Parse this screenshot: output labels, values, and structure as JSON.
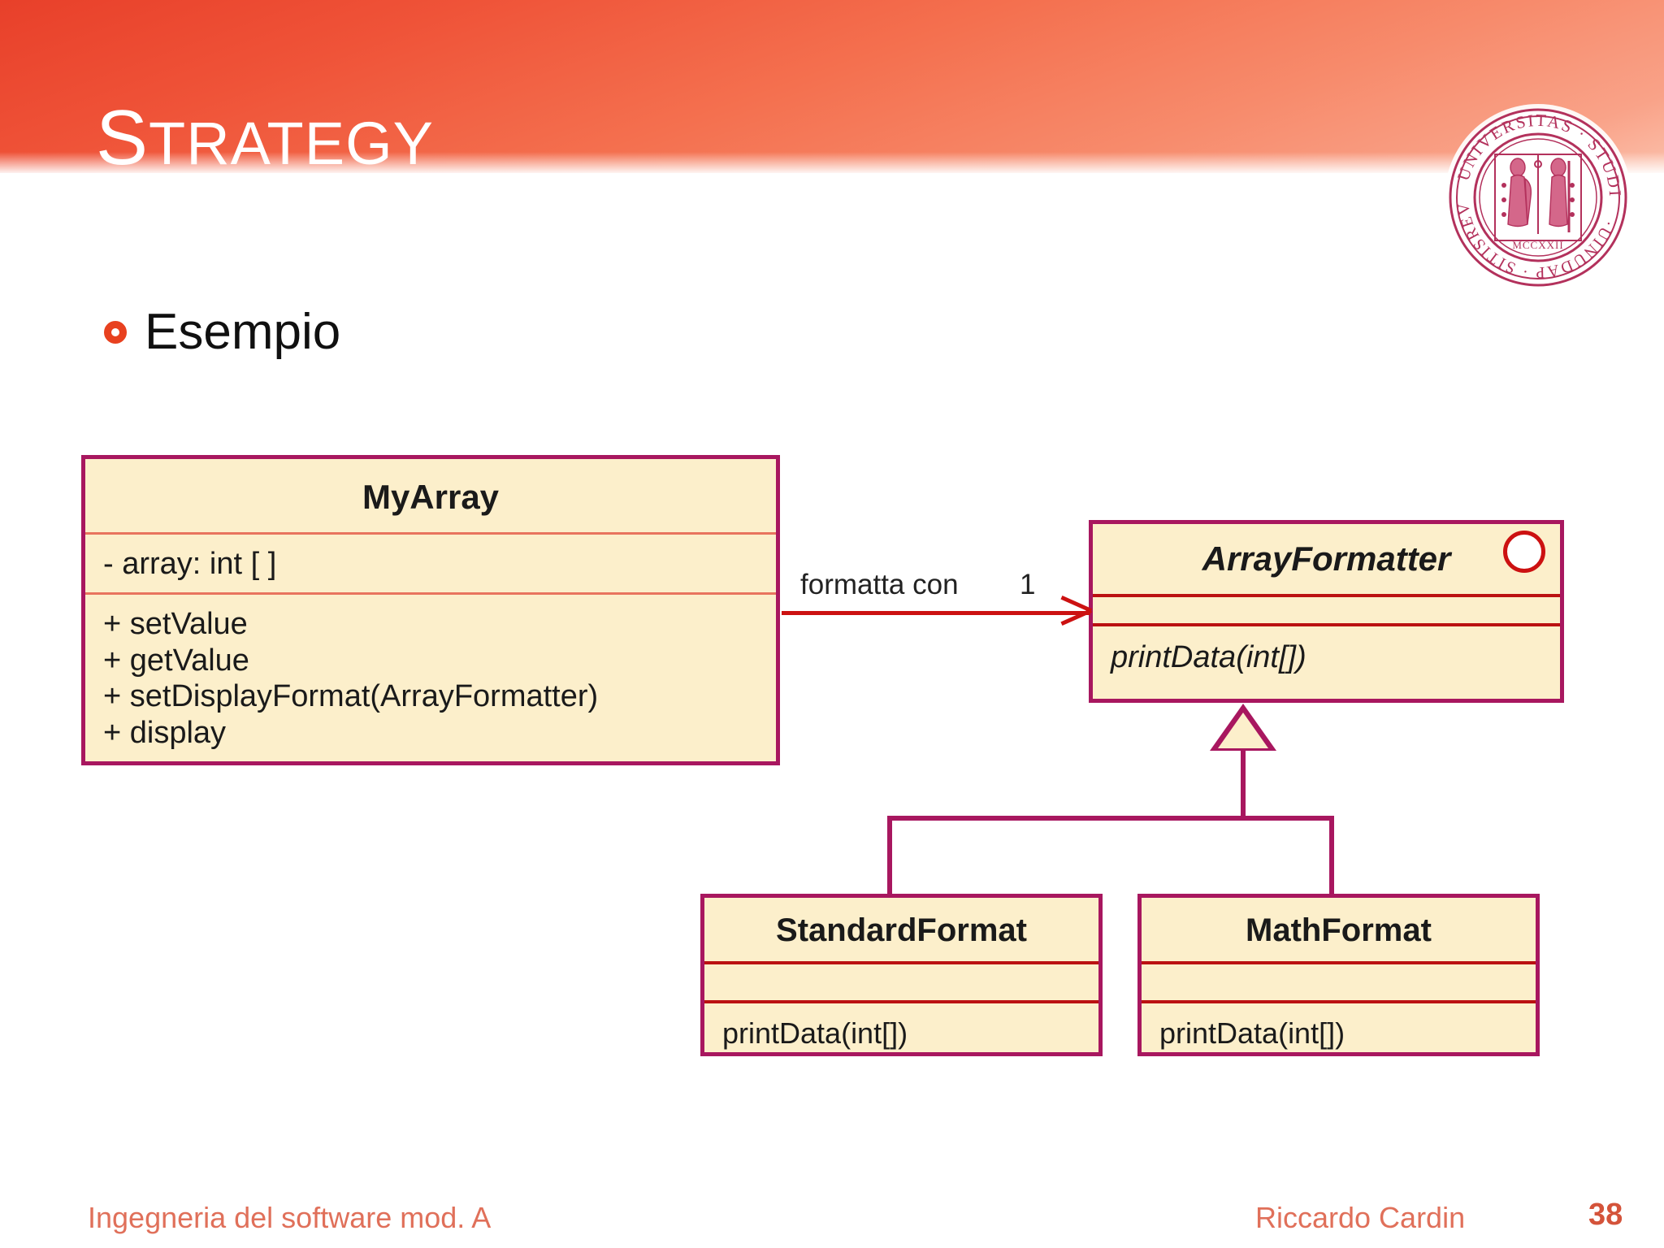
{
  "slide": {
    "title": "STRATEGY",
    "title_first_letter": "S",
    "title_rest": "TRATEGY",
    "bullet_text": "Esempio",
    "accent_header_start": "#e8402a",
    "accent_header_end": "#fbc0ab",
    "bullet_color": "#e8411f"
  },
  "logo": {
    "name": "university-of-padua-seal",
    "outer_text_left": "UNIVERSITAS",
    "outer_text_right": "STUDII PADUANI",
    "founding_year": "MCCXXII",
    "color": "#b3315c"
  },
  "diagram": {
    "type": "uml-class-diagram",
    "fill": "#fcefcb",
    "border": "#a8175f",
    "separator": "#bb1111",
    "association_color": "#cc1111",
    "classes": [
      {
        "id": "myarray",
        "name": "MyArray",
        "abstract": false,
        "attributes": [
          "- array: int [ ]"
        ],
        "operations": [
          "+ setValue",
          "+ getValue",
          "+ setDisplayFormat(ArrayFormatter)",
          "+ display"
        ]
      },
      {
        "id": "arrayformatter",
        "name": "ArrayFormatter",
        "abstract": true,
        "interface_marker": true,
        "attributes": [],
        "operations": [
          "printData(int[])"
        ]
      },
      {
        "id": "standardformat",
        "name": "StandardFormat",
        "abstract": false,
        "attributes": [],
        "operations": [
          "printData(int[])"
        ]
      },
      {
        "id": "mathformat",
        "name": "MathFormat",
        "abstract": false,
        "attributes": [],
        "operations": [
          "printData(int[])"
        ]
      }
    ],
    "relations": [
      {
        "kind": "association",
        "from": "myarray",
        "to": "arrayformatter",
        "label": "formatta con",
        "multiplicity": "1"
      },
      {
        "kind": "generalization",
        "from": "standardformat",
        "to": "arrayformatter"
      },
      {
        "kind": "generalization",
        "from": "mathformat",
        "to": "arrayformatter"
      }
    ]
  },
  "footer": {
    "course": "Ingegneria del software mod. A",
    "author": "Riccardo Cardin",
    "page": "38",
    "color": "#e0705a"
  }
}
